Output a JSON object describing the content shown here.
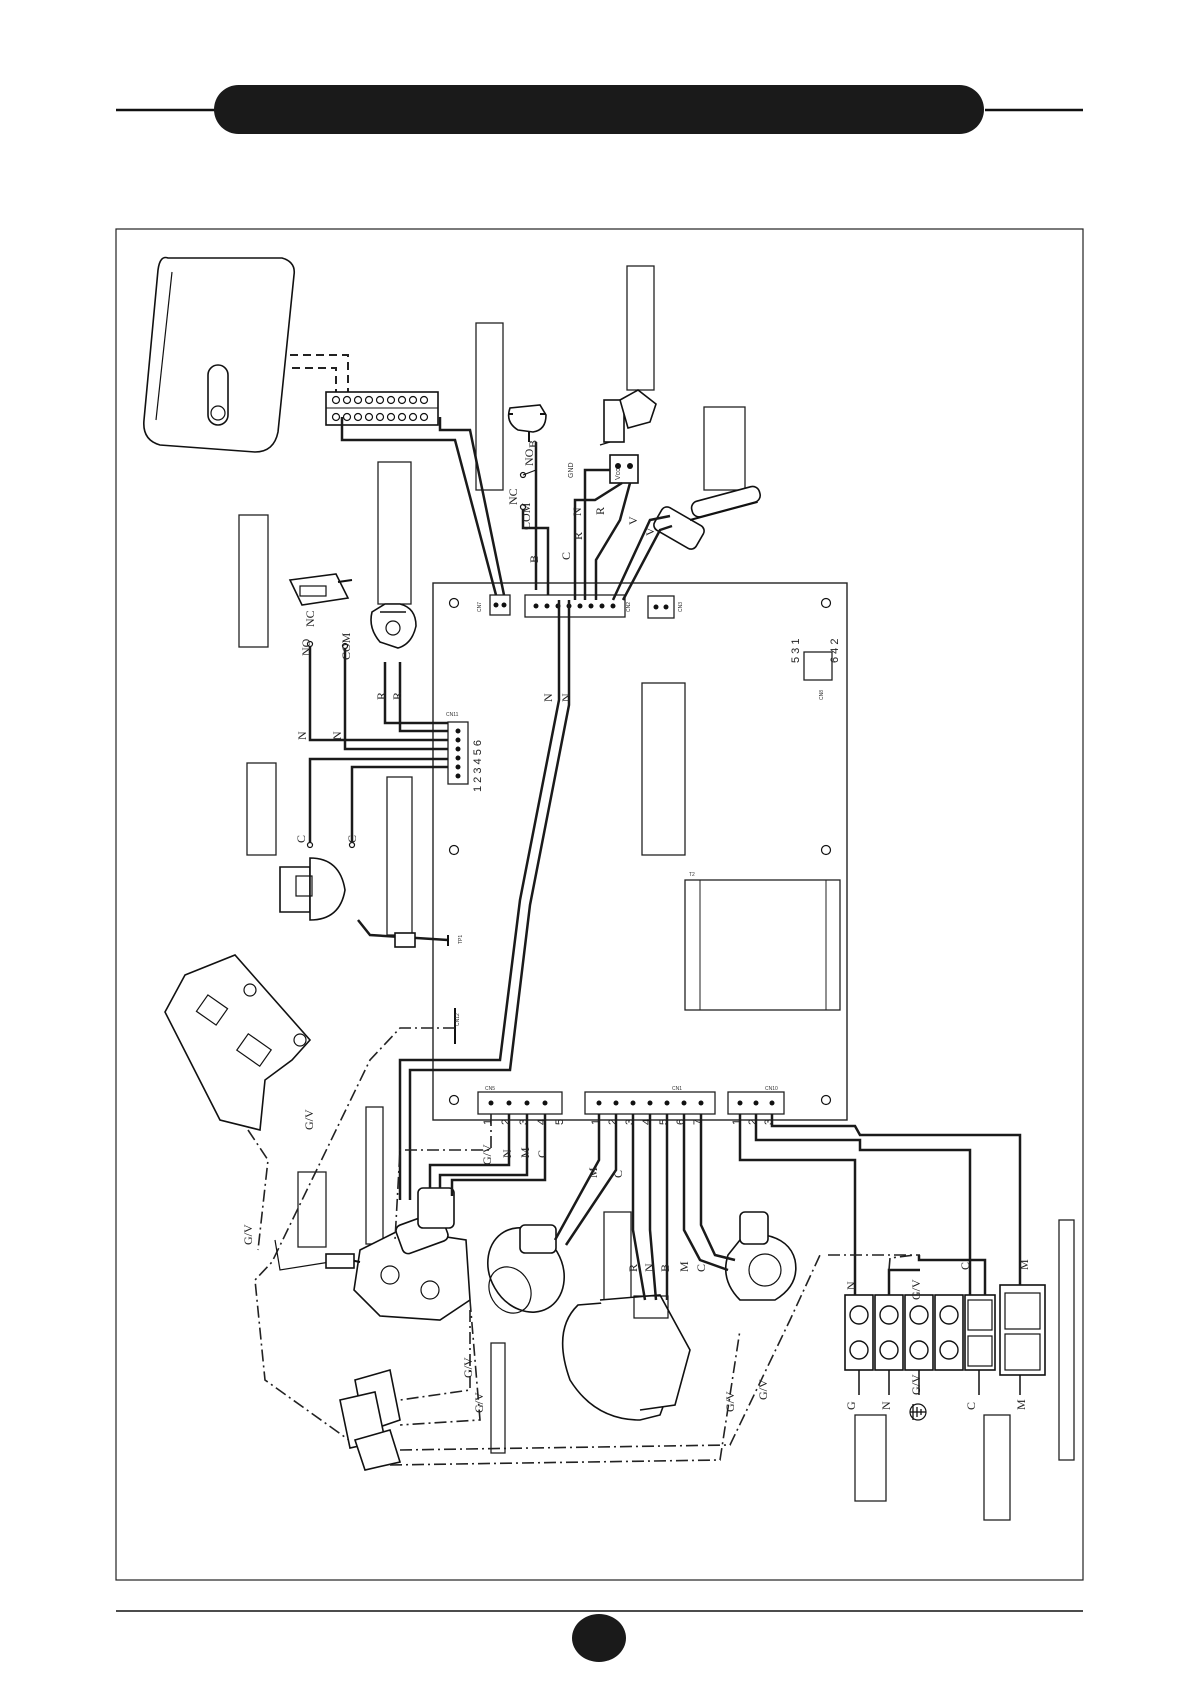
{
  "header": {
    "banner_text": ""
  },
  "footer": {
    "page_number": ""
  },
  "board": {
    "connectors": {
      "cn7": "CN7",
      "cn2": "CN2",
      "cn3": "CN3",
      "cn8": "CN8",
      "cn11": "CN11",
      "cn12": "CN12",
      "cn5": "CN5",
      "cn1": "CN1",
      "cn10": "CN10",
      "tp1": "TP1",
      "t2": "T2"
    },
    "cn11_pins": "1 2 3 4 5 6",
    "cn8_pins_top": "5 3 1",
    "cn8_pins_bottom": "6 4 2",
    "cn5_pins": [
      "1",
      "2",
      "3",
      "4",
      "5"
    ],
    "cn1_pins": [
      "1",
      "2",
      "3",
      "4",
      "5",
      "6",
      "7"
    ],
    "cn10_pins": [
      "1",
      "2",
      "3"
    ]
  },
  "wire_labels": {
    "b": "B",
    "n": "N",
    "c": "C",
    "r": "R",
    "v": "V",
    "m": "M",
    "g": "G",
    "gv": "G/V",
    "no": "NO",
    "nc": "NC",
    "com": "COM",
    "gnd": "GND",
    "vcc": "Vcc"
  },
  "colors": {
    "line": "#1a1a1a",
    "background": "#ffffff",
    "banner": "#1a1a1a"
  }
}
